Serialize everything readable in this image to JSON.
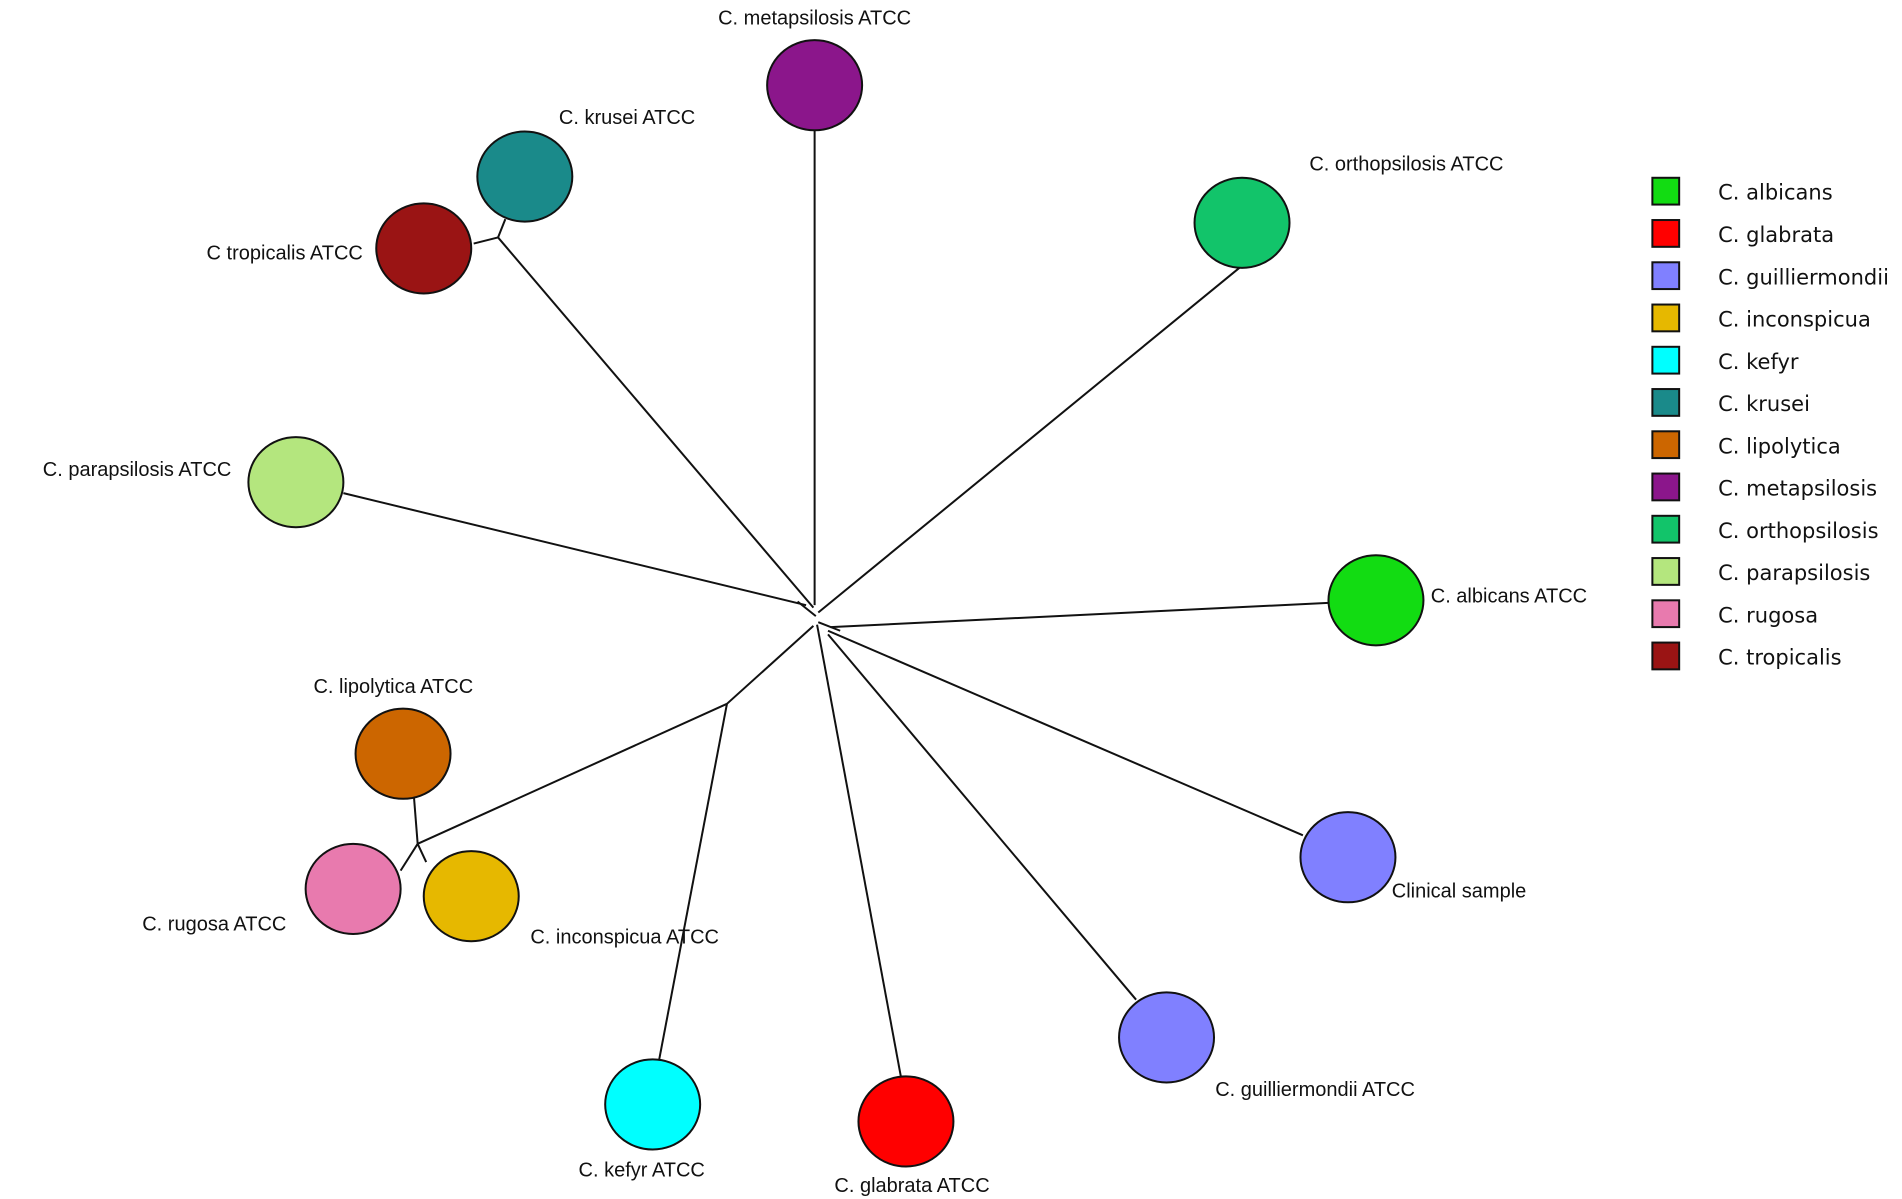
{
  "diagram": {
    "nodes": [
      {
        "id": "metapsilosis",
        "label": "C. metapsilosis ATCC",
        "color": "#8b168b"
      },
      {
        "id": "krusei",
        "label": "C. krusei ATCC",
        "color": "#1a8a8a"
      },
      {
        "id": "tropicalis",
        "label": "C tropicalis ATCC",
        "color": "#9a1414"
      },
      {
        "id": "orthopsilosis",
        "label": "C. orthopsilosis ATCC",
        "color": "#12c46a"
      },
      {
        "id": "parapsilosis",
        "label": "C. parapsilosis ATCC",
        "color": "#b4e67e"
      },
      {
        "id": "albicans",
        "label": "C. albicans ATCC",
        "color": "#12dc12"
      },
      {
        "id": "lipolytica",
        "label": "C. lipolytica ATCC",
        "color": "#cc6600"
      },
      {
        "id": "rugosa",
        "label": "C. rugosa ATCC",
        "color": "#e87aae"
      },
      {
        "id": "inconspicua",
        "label": "C. inconspicua ATCC",
        "color": "#e6b800"
      },
      {
        "id": "clinical",
        "label": "Clinical sample",
        "color": "#8080ff"
      },
      {
        "id": "guilliermondii",
        "label": "C. guilliermondii ATCC",
        "color": "#8080ff"
      },
      {
        "id": "kefyr",
        "label": "C. kefyr ATCC",
        "color": "#00ffff"
      },
      {
        "id": "glabrata",
        "label": "C. glabrata ATCC",
        "color": "#ff0000"
      }
    ],
    "legend": [
      {
        "label": "C. albicans",
        "color": "#12dc12"
      },
      {
        "label": "C. glabrata",
        "color": "#ff0000"
      },
      {
        "label": "C. guilliermondii",
        "color": "#8080ff"
      },
      {
        "label": "C. inconspicua",
        "color": "#e6b800"
      },
      {
        "label": "C. kefyr",
        "color": "#00ffff"
      },
      {
        "label": "C. krusei",
        "color": "#1a8a8a"
      },
      {
        "label": "C. lipolytica",
        "color": "#cc6600"
      },
      {
        "label": "C. metapsilosis",
        "color": "#8b168b"
      },
      {
        "label": "C. orthopsilosis",
        "color": "#12c46a"
      },
      {
        "label": "C. parapsilosis",
        "color": "#b4e67e"
      },
      {
        "label": "C. rugosa",
        "color": "#e87aae"
      },
      {
        "label": "C. tropicalis",
        "color": "#9a1414"
      }
    ]
  }
}
